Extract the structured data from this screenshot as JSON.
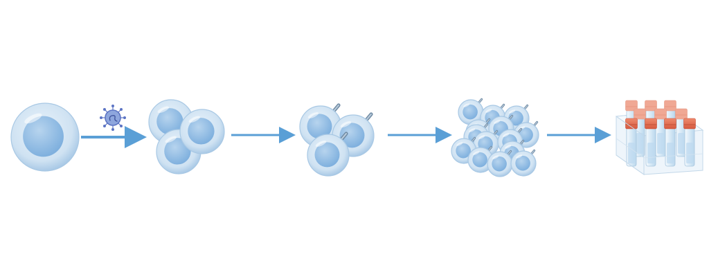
{
  "diagram": {
    "stages": [
      {
        "id": "single-cell",
        "kind": "cell",
        "count": 1
      },
      {
        "id": "transduced-cells",
        "kind": "cell",
        "count": 3
      },
      {
        "id": "engineered-cells",
        "kind": "cell-with-receptor",
        "count": 3
      },
      {
        "id": "expanded-cells",
        "kind": "cell-with-receptor",
        "count": 14
      },
      {
        "id": "cryopreserved-product",
        "kind": "vial-rack",
        "count": 12
      }
    ],
    "arrows": 4,
    "vector_icon": "virus-particle-icon"
  },
  "colors": {
    "arrow": "#5a9fd6",
    "cell_membrane": "#c9dff1",
    "cell_nucleus": "#8fbbe3",
    "virus_body": "#8ea6dd",
    "virus_outline": "#5c74c4",
    "receptor": "#8da7bf",
    "vial_cap": "#e06a4f",
    "vial_cap_back": "#f0a894",
    "vial_body": "#dfeef8",
    "rack": "#e9f2f8"
  }
}
